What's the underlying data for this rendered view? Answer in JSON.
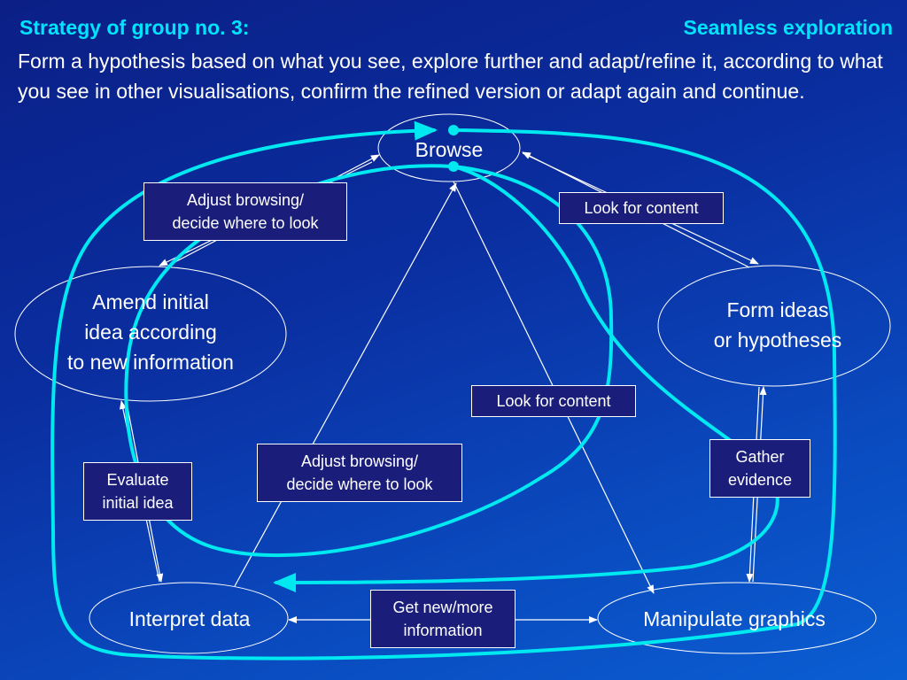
{
  "header": {
    "left_title": "Strategy of group no. 3:",
    "right_title": "Seamless exploration",
    "description": "Form a hypothesis based on what you see, explore further and adapt/refine it, according to what you see in other visualisations, confirm the refined version or adapt again and continue."
  },
  "nodes": {
    "browse": "Browse",
    "amend": [
      "Amend initial",
      "idea according",
      "to new information"
    ],
    "form_ideas": [
      "Form ideas",
      "or hypotheses"
    ],
    "interpret": "Interpret data",
    "manipulate": "Manipulate graphics"
  },
  "labels": {
    "adjust_top": [
      "Adjust browsing/",
      "decide where to look"
    ],
    "look_top": [
      "Look for content"
    ],
    "look_mid": [
      "Look for content"
    ],
    "adjust_mid": [
      "Adjust browsing/",
      "decide where to look"
    ],
    "evaluate": [
      "Evaluate",
      "initial idea"
    ],
    "gather": [
      "Gather",
      "evidence"
    ],
    "get_more": [
      "Get new/more",
      "information"
    ]
  },
  "colors": {
    "accent_header": "#00e5ff",
    "strategy_path": "#00e8f0",
    "label_box": "#1a1e7a",
    "lines": "#ffffff"
  }
}
